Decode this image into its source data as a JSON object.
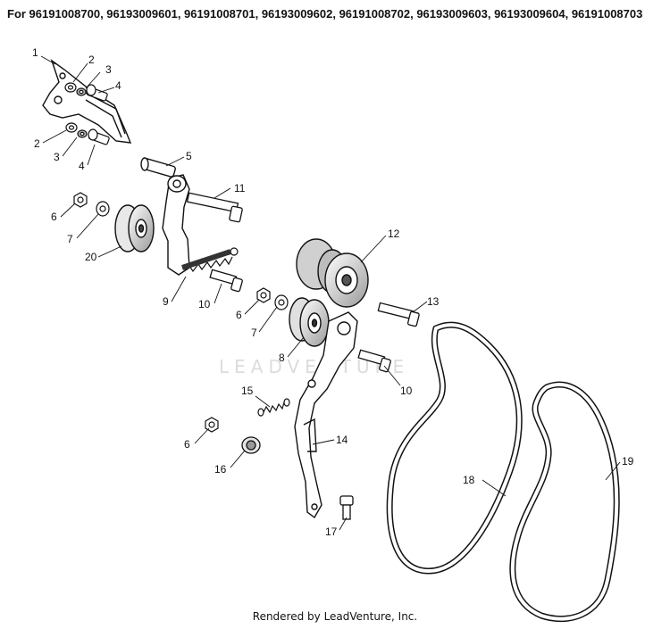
{
  "header": {
    "models_text": "For 96191008700, 96193009601, 96191008701, 96193009602, 96191008702, 96193009603, 96193009604, 96191008703"
  },
  "watermark": "LEADVENTURE",
  "footer": "Rendered by LeadVenture, Inc.",
  "callouts": [
    "1",
    "2",
    "3",
    "4",
    "2",
    "3",
    "4",
    "5",
    "11",
    "6",
    "7",
    "20",
    "9",
    "10",
    "6",
    "7",
    "8",
    "12",
    "13",
    "10",
    "15",
    "14",
    "6",
    "16",
    "17",
    "18",
    "19"
  ]
}
